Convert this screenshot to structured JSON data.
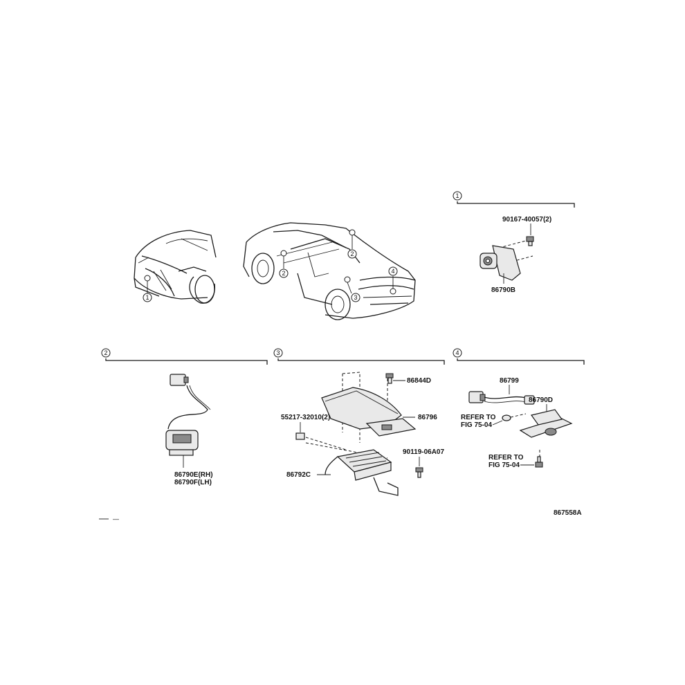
{
  "document_id": "867558A",
  "sections": [
    {
      "marker": "1",
      "parts": [
        "90167-40057(2)",
        "86790B"
      ]
    },
    {
      "marker": "2",
      "parts": [
        "86790E(RH)",
        "86790F(LH)"
      ]
    },
    {
      "marker": "3",
      "parts": [
        "86844D",
        "86796",
        "55217-32010(2)",
        "90119-06A07",
        "86792C"
      ]
    },
    {
      "marker": "4",
      "parts": [
        "86799",
        "86790D",
        "REFER TO",
        "FIG 75-04",
        "REFER TO",
        "FIG 75-04"
      ]
    }
  ],
  "car_callouts": [
    "1",
    "2",
    "2",
    "3",
    "4"
  ],
  "footnote": "—"
}
